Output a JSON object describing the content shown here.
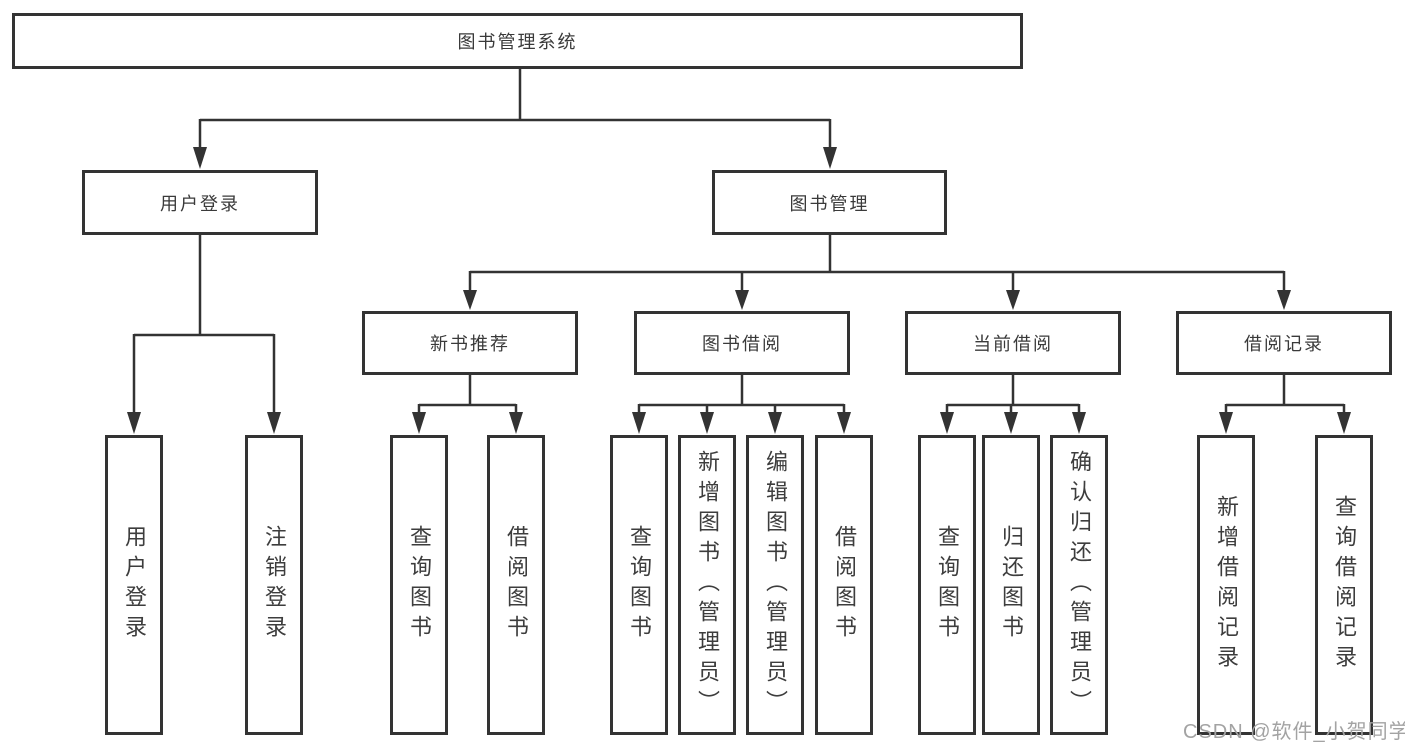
{
  "diagram": {
    "title": "图书管理系统",
    "tree": {
      "root": {
        "label": "图书管理系统"
      },
      "branches": [
        {
          "label": "用户登录",
          "children": [
            {
              "label": "用户登录"
            },
            {
              "label": "注销登录"
            }
          ]
        },
        {
          "label": "图书管理",
          "groups": [
            {
              "label": "新书推荐",
              "children": [
                {
                  "label": "查询图书"
                },
                {
                  "label": "借阅图书"
                }
              ]
            },
            {
              "label": "图书借阅",
              "children": [
                {
                  "label": "查询图书"
                },
                {
                  "label": "新增图书（管理员）"
                },
                {
                  "label": "编辑图书（管理员）"
                },
                {
                  "label": "借阅图书"
                }
              ]
            },
            {
              "label": "当前借阅",
              "children": [
                {
                  "label": "查询图书"
                },
                {
                  "label": "归还图书"
                },
                {
                  "label": "确认归还（管理员）"
                }
              ]
            },
            {
              "label": "借阅记录",
              "children": [
                {
                  "label": "新增借阅记录"
                },
                {
                  "label": "查询借阅记录"
                }
              ]
            }
          ]
        }
      ]
    },
    "watermark": "CSDN @软件_小贺同学",
    "colors": {
      "line": "#333333",
      "box_border": "#333333",
      "text": "#3a3a3a",
      "watermark": "#a3a3a3",
      "background": "#ffffff"
    }
  }
}
